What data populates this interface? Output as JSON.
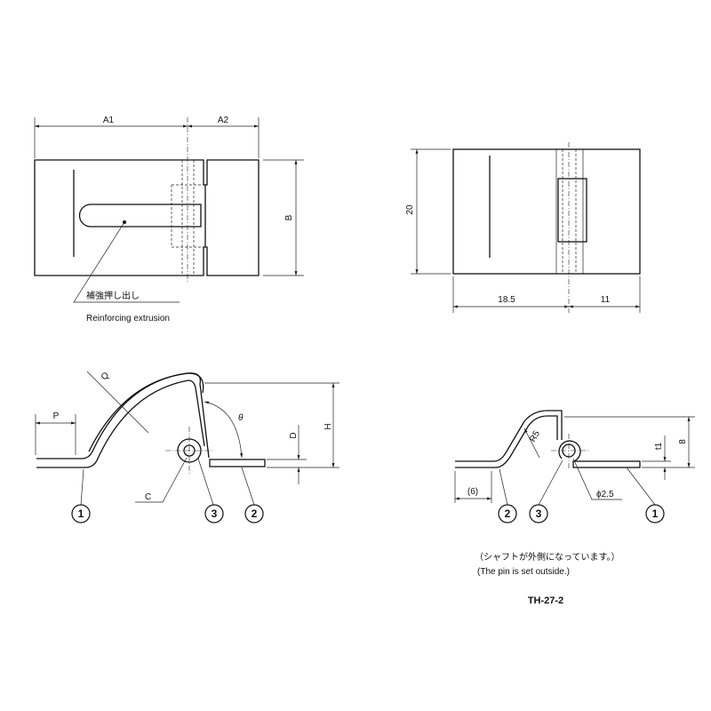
{
  "top_left_view": {
    "dim_a1": "A1",
    "dim_a2": "A2",
    "dim_b": "B",
    "note_jp": "補強押し出し",
    "note_en": "Reinforcing extrusion"
  },
  "top_right_view": {
    "dim_height": "20",
    "dim_left": "18.5",
    "dim_right": "11"
  },
  "bottom_left_view": {
    "dim_p": "P",
    "dim_q": "Q",
    "dim_theta": "θ",
    "dim_d": "D",
    "dim_h": "H",
    "dim_c": "C",
    "part_1": "1",
    "part_2": "2",
    "part_3": "3"
  },
  "bottom_right_view": {
    "dim_r5": "R5",
    "dim_t1": "t1",
    "dim_8": "8",
    "dim_6": "(6)",
    "dim_phi": "ϕ2.5",
    "part_1": "1",
    "part_2": "2",
    "part_3": "3",
    "note_jp": "（シャフトが外側になっています。）",
    "note_en": "(The pin is set outside.)",
    "model": "TH-27-2"
  }
}
